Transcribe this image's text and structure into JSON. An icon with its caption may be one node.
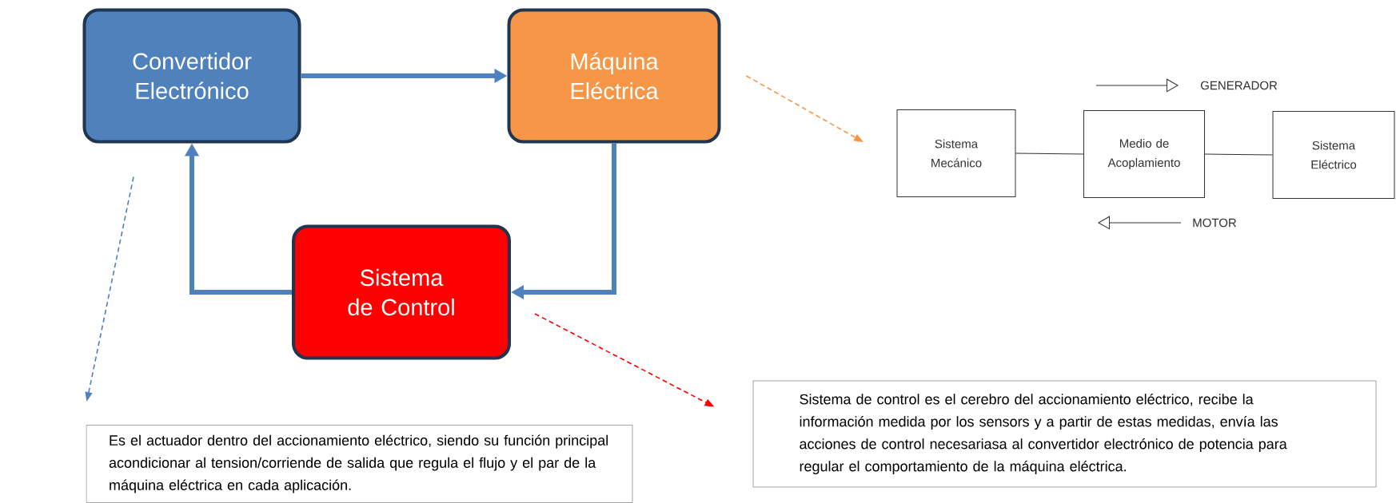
{
  "diagram": {
    "nodes": [
      {
        "text": [
          "Convertidor Electrónico"
        ]
      },
      {
        "text": [
          "Máquina Eléctrica"
        ]
      },
      {
        "text": [
          "Sistema de Control"
        ]
      },
      {
        "text": [
          "Es el actuador dentro del accionamiento eléctrico, siendo su función principal acondicionar al tension/corriende de salida que regula el flujo y el par de la máquina eléctrica en cada aplicación."
        ]
      },
      {
        "text": [
          "Sistema de control es el cerebro del accionamiento eléctrico, recibe la información medida por los sensors y a partir de estas medidas, envía las acciones de control necesariasa al convertidor electrónico de potencia para regular el comportamiento de la máquina eléctrica."
        ]
      },
      {
        "text": [
          "Sistema Mecánico"
        ]
      },
      {
        "text": [
          "Medio de Acoplamiento"
        ]
      },
      {
        "text": [
          "Sistema Eléctrico"
        ]
      }
    ],
    "edges": [
      {
        "from": 0,
        "to": 1,
        "arrow": "to",
        "style": "thick"
      },
      {
        "from": 1,
        "to": 2,
        "arrow": "to",
        "style": "thick"
      },
      {
        "from": 2,
        "to": 0,
        "arrow": "to",
        "style": "thick"
      },
      {
        "from": 0,
        "to": 3,
        "arrow": "to",
        "style": "dashed"
      },
      {
        "from": 1,
        "to": null,
        "arrow": "to",
        "style": "dashed",
        "color": "#f79646"
      },
      {
        "from": 2,
        "to": 4,
        "arrow": "to",
        "style": "dashed",
        "color": "#ff0000"
      },
      {
        "from": 5,
        "to": 6,
        "arrow": "none",
        "color": "#333333"
      },
      {
        "from": 6,
        "to": 7,
        "arrow": "none",
        "color": "#333333"
      }
    ],
    "labels": [
      "GENERADOR",
      "MOTOR"
    ]
  }
}
